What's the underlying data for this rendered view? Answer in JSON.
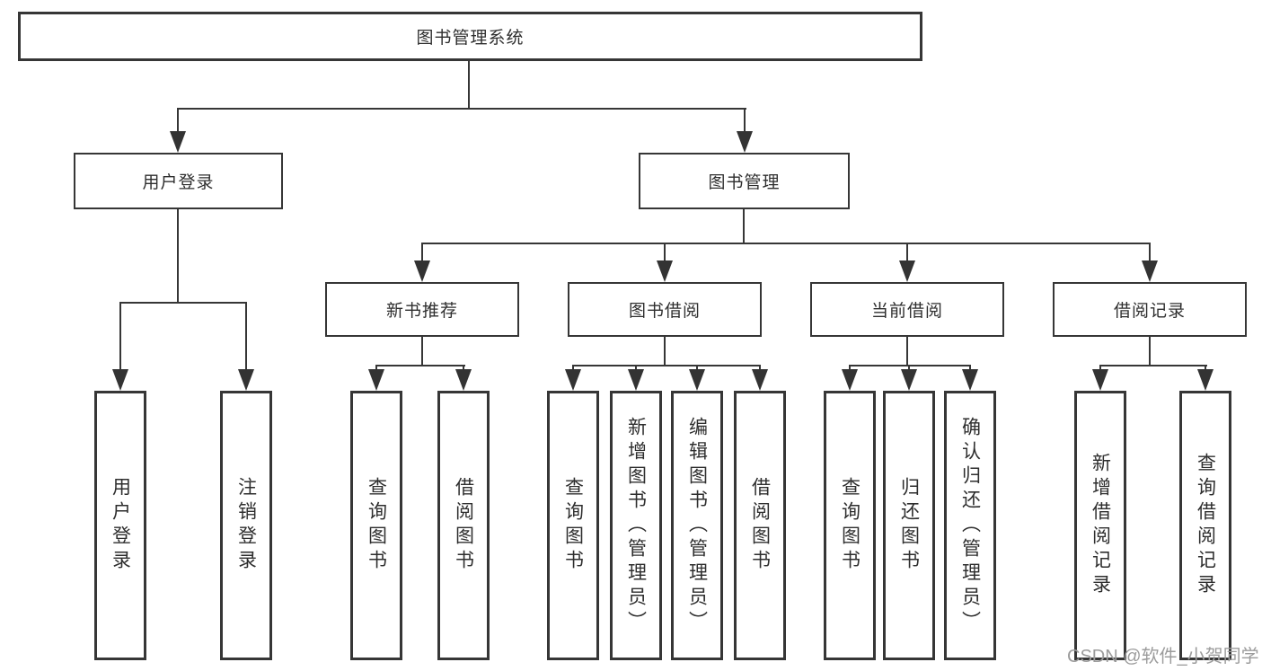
{
  "diagram": {
    "root": "图书管理系统",
    "l2": [
      "用户登录",
      "图书管理"
    ],
    "l3": [
      "新书推荐",
      "图书借阅",
      "当前借阅",
      "借阅记录"
    ],
    "leaf": {
      "login": [
        "用户登录",
        "注销登录"
      ],
      "newbook": [
        "查询图书",
        "借阅图书"
      ],
      "borrow": [
        "查询图书",
        "新增图书（管理员）",
        "编辑图书（管理员）",
        "借阅图书"
      ],
      "current": [
        "查询图书",
        "归还图书",
        "确认归还（管理员）"
      ],
      "record": [
        "新增借阅记录",
        "查询借阅记录"
      ]
    }
  },
  "watermark": "CSDN @软件_小贺同学",
  "colors": {
    "line": "#363636",
    "text": "#2e2e2e",
    "watermark": "#9c9c9c",
    "background": "#ffffff"
  }
}
